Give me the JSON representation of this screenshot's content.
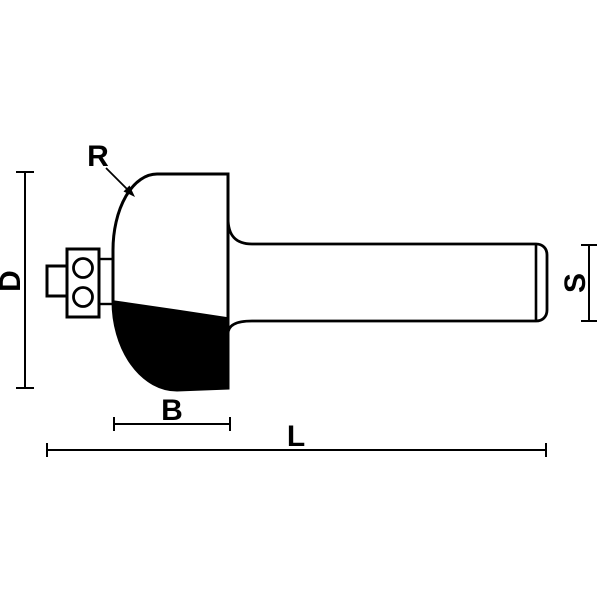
{
  "diagram": {
    "type": "technical-drawing",
    "subject": "router-bit-with-bearing-profile",
    "labels": {
      "radius": "R",
      "diameter": "D",
      "cutting_length": "B",
      "overall_length": "L",
      "shank_diameter": "S"
    },
    "colors": {
      "line": "#000000",
      "background": "#ffffff",
      "cutter_fill": "#000000",
      "body_fill": "#ffffff"
    }
  }
}
